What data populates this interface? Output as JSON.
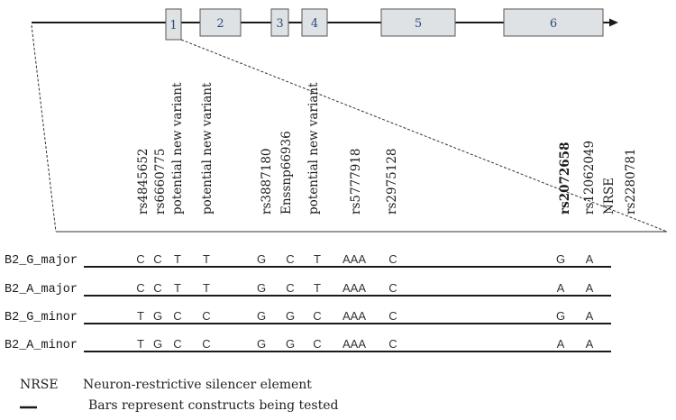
{
  "gene": {
    "exons": [
      "1",
      "2",
      "3",
      "4",
      "5",
      "6"
    ]
  },
  "snps": [
    {
      "label": "rs4845652",
      "bold": false
    },
    {
      "label": "rs6660775",
      "bold": false
    },
    {
      "label": "potential new variant",
      "bold": false
    },
    {
      "label": "potential new variant",
      "bold": false
    },
    {
      "label": "rs3887180",
      "bold": false
    },
    {
      "label": "Enssnp66936",
      "bold": false
    },
    {
      "label": "potential new variant",
      "bold": false
    },
    {
      "label": "rs5777918",
      "bold": false
    },
    {
      "label": "rs2975128",
      "bold": false
    },
    {
      "label": "rs2072658",
      "bold": true
    },
    {
      "label": "rs12062049",
      "bold": false
    },
    {
      "label": "NRSE",
      "bold": false
    },
    {
      "label": "rs2280781",
      "bold": false
    }
  ],
  "constructs": [
    {
      "name": "B2_G_major",
      "alleles": [
        "C",
        "C",
        "T",
        "T",
        "G",
        "C",
        "T",
        "AAA",
        "C",
        "G",
        "A"
      ]
    },
    {
      "name": "B2_A_major",
      "alleles": [
        "C",
        "C",
        "T",
        "T",
        "G",
        "C",
        "T",
        "AAA",
        "C",
        "A",
        "A"
      ]
    },
    {
      "name": "B2_G_minor",
      "alleles": [
        "T",
        "G",
        "C",
        "C",
        "G",
        "G",
        "C",
        "AAA",
        "C",
        "G",
        "A"
      ]
    },
    {
      "name": "B2_A_minor",
      "alleles": [
        "T",
        "G",
        "C",
        "C",
        "G",
        "G",
        "C",
        "AAA",
        "C",
        "A",
        "A"
      ]
    }
  ],
  "legend": {
    "nrse_abbr": "NRSE",
    "nrse_text": "Neuron-restrictive silencer element",
    "bar_text": "Bars represent constructs being tested"
  },
  "colors": {
    "exon_fill": "#dfe2e5",
    "exon_stroke": "#555555",
    "exon_label": "#2e4a7a",
    "line": "#1a1a1a"
  }
}
